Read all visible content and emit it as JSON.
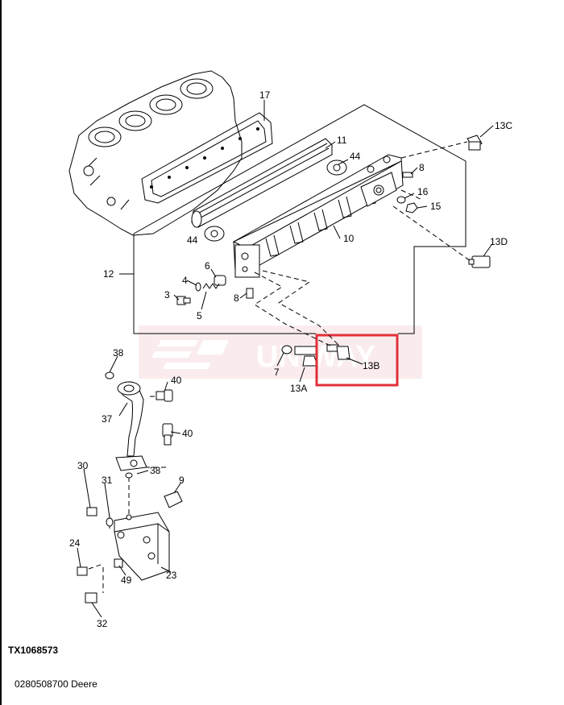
{
  "figure_id": "TX1068573",
  "part_reference": "0280508700 Deere",
  "watermark": "UNIWAY",
  "highlight_color": "#e0303a",
  "callouts": {
    "c17": "17",
    "c11": "11",
    "c44a": "44",
    "c44b": "44",
    "c13c": "13C",
    "c8a": "8",
    "c16": "16",
    "c15": "15",
    "c10": "10",
    "c13d": "13D",
    "c12": "12",
    "c6": "6",
    "c4": "4",
    "c3": "3",
    "c5": "5",
    "c8b": "8",
    "c7": "7",
    "c13a": "13A",
    "c13b": "13B",
    "c38a": "38",
    "c40a": "40",
    "c37": "37",
    "c40b": "40",
    "c30": "30",
    "c31": "31",
    "c38b": "38",
    "c9": "9",
    "c24": "24",
    "c49": "49",
    "c23": "23",
    "c32": "32"
  }
}
